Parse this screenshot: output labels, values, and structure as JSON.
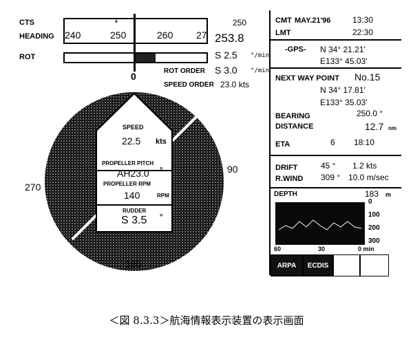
{
  "left": {
    "cts_label": "CTS",
    "heading_label": "HEADING",
    "rot_label": "ROT",
    "cts_value": "250",
    "heading_value": "253.8",
    "deg": "°",
    "scale_ticks": [
      "240",
      "250",
      "260",
      "27"
    ],
    "rot_value": "S  2.5",
    "rot_unit": "°/min",
    "rot_order_label": "ROT ORDER",
    "rot_order_value": "S  3.0",
    "speed_order_label": "SPEED ORDER",
    "speed_order_value": "23.0 kts",
    "zero": "0"
  },
  "compass": {
    "n": "0",
    "e": "90",
    "s": "180",
    "w": "270"
  },
  "center": {
    "speed_label": "SPEED",
    "speed_value": "22.5",
    "speed_unit": "kts",
    "pitch_label": "PROPELLER PITCH",
    "pitch_value": "AH23.0",
    "rpm_label": "PROPELLER RPM",
    "rpm_value": "140",
    "rpm_unit": "RPM",
    "rudder_label": "RUDDER",
    "rudder_value": "S 3.5",
    "deg": "°"
  },
  "right": {
    "cmt_label": "CMT",
    "date": "MAY.21'96",
    "cmt_time": "13:30",
    "lmt_label": "LMT",
    "lmt_time": "22:30",
    "gps_label": "-GPS-",
    "gps_lat": "N 34° 21.21'",
    "gps_lon": "E133° 45.03'",
    "nwp_label": "NEXT WAY POINT",
    "nwp_no": "No.15",
    "nwp_lat": "N 34° 17.81'",
    "nwp_lon": "E133° 35.03'",
    "bearing_label": "BEARING",
    "bearing_value": "250.0 °",
    "distance_label": "DISTANCE",
    "distance_value": "12.7",
    "distance_unit": "nm",
    "eta_label": "ETA",
    "eta_day": "6",
    "eta_time": "18:10",
    "drift_label": "DRIFT",
    "drift_dir": "45 °",
    "drift_speed": "1.2 kts",
    "wind_label": "R.WIND",
    "wind_dir": "309 °",
    "wind_speed": "10.0 m/sec",
    "depth_label": "DEPTH",
    "depth_value": "183",
    "depth_unit": "m",
    "depth_axis": [
      "0",
      "100",
      "200",
      "300"
    ],
    "time_axis": [
      "60",
      "30",
      "0 min"
    ],
    "buttons": [
      "ARPA",
      "ECDIS",
      "",
      ""
    ]
  },
  "caption": "＜図 8.3.3＞航海情報表示装置の表示画面"
}
